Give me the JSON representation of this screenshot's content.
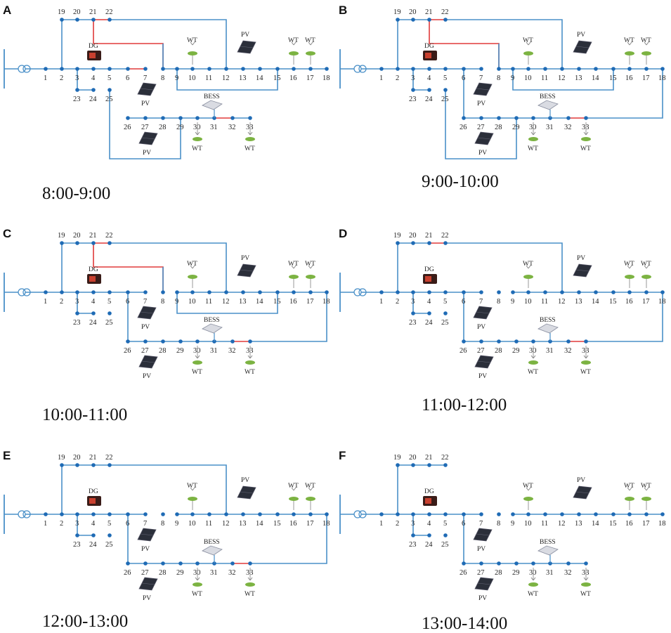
{
  "panels": [
    {
      "letter": "A",
      "time": "8:00-9:00",
      "open": [
        "s2-19",
        "s7-8",
        "s33-18",
        "s24-25"
      ],
      "closed": [
        "s4-21",
        "s8-21",
        "s9-15",
        "s12-22",
        "s25-29",
        "s29-30",
        "s31-32"
      ],
      "red": [
        "s2-19",
        "s4-21",
        "s21-22",
        "s6-7",
        "s24-25",
        "s31-32"
      ]
    },
    {
      "letter": "B",
      "time": "9:00-10:00",
      "open": [
        "s2-19",
        "s7-8",
        "s24-25"
      ],
      "closed": [
        "s4-21",
        "s8-21",
        "s9-15",
        "s12-22",
        "s25-29",
        "s29-30",
        "s6-26",
        "s33-18"
      ],
      "red": [
        "s2-19",
        "s4-21",
        "s21-22",
        "s24-25",
        "s32-33"
      ]
    },
    {
      "letter": "C",
      "time": "10:00-11:00",
      "open": [
        "s2-19",
        "s7-8",
        "s24-25",
        "s8-9"
      ],
      "closed": [
        "s4-21",
        "s8-21",
        "s9-15",
        "s12-22",
        "s6-26",
        "s33-18"
      ],
      "red": [
        "s2-19",
        "s4-21",
        "s21-22",
        "s32-33"
      ]
    },
    {
      "letter": "D",
      "time": "11:00-12:00",
      "open": [
        "s2-19",
        "s7-8",
        "s24-25",
        "s8-9"
      ],
      "closed": [
        "s12-22",
        "s6-26",
        "s33-18"
      ],
      "red": [
        "s21-22",
        "s32-33"
      ]
    },
    {
      "letter": "E",
      "time": "12:00-13:00",
      "open": [
        "s2-19",
        "s7-8",
        "s24-25",
        "s8-9"
      ],
      "closed": [
        "s12-22",
        "s6-26",
        "s33-18"
      ],
      "red": [
        "s32-33"
      ]
    },
    {
      "letter": "F",
      "time": "13:00-14:00",
      "open": [
        "s2-19",
        "s7-8",
        "s24-25",
        "s8-9"
      ],
      "closed": [
        "s6-26"
      ],
      "red": []
    }
  ],
  "nodes": [
    "1",
    "2",
    "3",
    "4",
    "5",
    "6",
    "7",
    "8",
    "9",
    "10",
    "11",
    "12",
    "13",
    "14",
    "15",
    "16",
    "17",
    "18",
    "19",
    "20",
    "21",
    "22",
    "23",
    "24",
    "25",
    "26",
    "27",
    "28",
    "29",
    "30",
    "31",
    "32",
    "33"
  ],
  "devices": {
    "dg": "DG",
    "pv": "PV",
    "wt": "WT",
    "bess": "BESS"
  },
  "colors": {
    "line": "#4a90c8",
    "red": "#e03a3a",
    "node": "#1f6bb5",
    "grass": "#7cb342"
  }
}
